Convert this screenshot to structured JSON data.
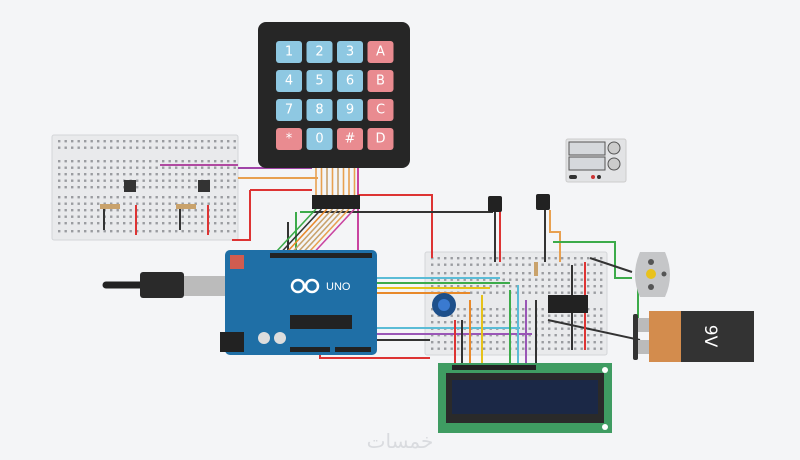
{
  "keypad": {
    "keys": [
      {
        "label": "1",
        "type": "digit"
      },
      {
        "label": "2",
        "type": "digit"
      },
      {
        "label": "3",
        "type": "digit"
      },
      {
        "label": "A",
        "type": "letter"
      },
      {
        "label": "4",
        "type": "digit"
      },
      {
        "label": "5",
        "type": "digit"
      },
      {
        "label": "6",
        "type": "digit"
      },
      {
        "label": "B",
        "type": "letter"
      },
      {
        "label": "7",
        "type": "digit"
      },
      {
        "label": "8",
        "type": "digit"
      },
      {
        "label": "9",
        "type": "digit"
      },
      {
        "label": "C",
        "type": "letter"
      },
      {
        "label": "*",
        "type": "letter"
      },
      {
        "label": "0",
        "type": "digit"
      },
      {
        "label": "#",
        "type": "letter"
      },
      {
        "label": "D",
        "type": "letter"
      }
    ],
    "digit_color": "#8ec8e2",
    "letter_color": "#e98b90"
  },
  "arduino": {
    "model": "UNO",
    "board_color": "#1f6fa6"
  },
  "battery": {
    "label": "9V"
  },
  "watermark": "خمسات",
  "colors": {
    "background": "#f4f5f7",
    "lcd_board": "#3f9c62",
    "lcd_screen": "#1b2846"
  }
}
